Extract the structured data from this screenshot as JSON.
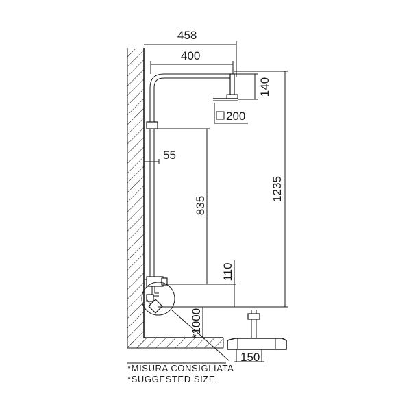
{
  "dimensions": {
    "overall_projection": "458",
    "arm_projection": "400",
    "head_height": "140",
    "head_size": "200",
    "wall_offset": "55",
    "riser_length": "835",
    "total_height": "1235",
    "inlet_height": "110",
    "mixer_height": "*1000",
    "inlet_centers": "150"
  },
  "notes": {
    "italian": "*MISURA CONSIGLIATA",
    "english": "*SUGGESTED SIZE"
  },
  "colors": {
    "line": "#1a1a1a",
    "background": "#ffffff"
  }
}
